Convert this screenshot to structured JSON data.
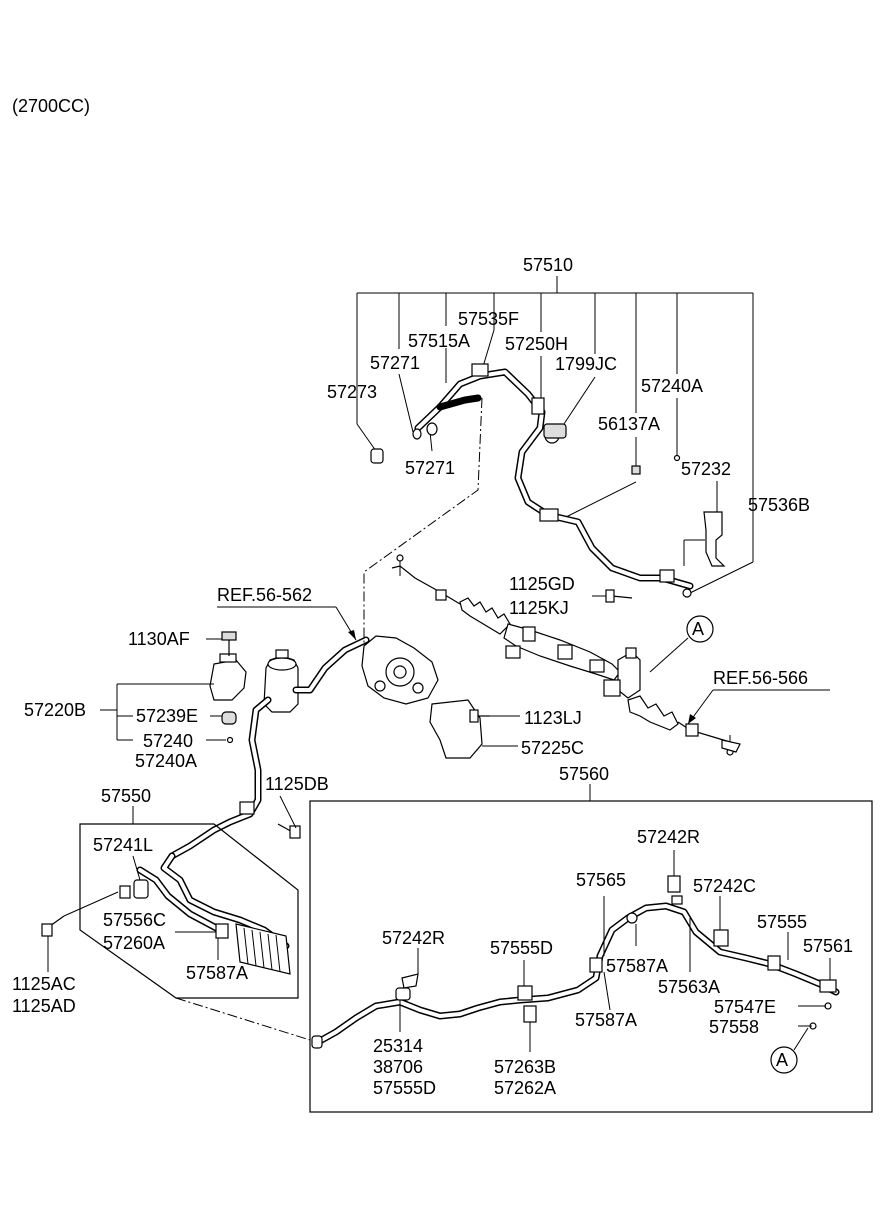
{
  "header": {
    "engine": "(2700CC)"
  },
  "callouts": {
    "a_top": "A",
    "a_bottom": "A"
  },
  "labels": {
    "p57510": "57510",
    "p57535F": "57535F",
    "p57515A": "57515A",
    "p57250H": "57250H",
    "p57271_a": "57271",
    "p1799JC": "1799JC",
    "p57273": "57273",
    "p57240A": "57240A",
    "p56137A": "56137A",
    "p57271_b": "57271",
    "p57232": "57232",
    "p57536B": "57536B",
    "p1125GD": "1125GD",
    "p1125KJ": "1125KJ",
    "ref56562": "REF.56-562",
    "p1130AF": "1130AF",
    "ref56566": "REF.56-566",
    "p57220B": "57220B",
    "p57239E": "57239E",
    "p1123LJ": "1123LJ",
    "p57240": "57240",
    "p57225C": "57225C",
    "p57240A_b": "57240A",
    "p57560": "57560",
    "p1125DB": "1125DB",
    "p57550": "57550",
    "p57241L": "57241L",
    "p57242R_a": "57242R",
    "p57565": "57565",
    "p57242C": "57242C",
    "p57556C": "57556C",
    "p57260A": "57260A",
    "p57555": "57555",
    "p57242R_b": "57242R",
    "p57555D_a": "57555D",
    "p57561": "57561",
    "p1125AC": "1125AC",
    "p57587A_a": "57587A",
    "p57587A_b": "57587A",
    "p57563A": "57563A",
    "p1125AD": "1125AD",
    "p57547E": "57547E",
    "p57587A_c": "57587A",
    "p57558": "57558",
    "p25314": "25314",
    "p38706": "38706",
    "p57263B": "57263B",
    "p57555D_b": "57555D",
    "p57262A": "57262A"
  }
}
